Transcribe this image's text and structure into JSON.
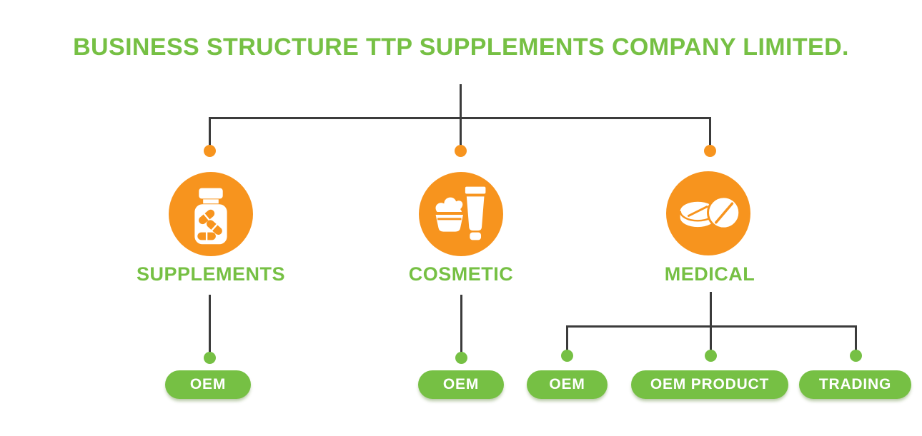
{
  "title": "BUSINESS STRUCTURE TTP SUPPLEMENTS COMPANY LIMITED.",
  "colors": {
    "brand_green": "#76C044",
    "brand_orange": "#F7941E",
    "connector_dark": "#3B3B3B",
    "background": "#FFFFFF"
  },
  "tree": {
    "branches": [
      {
        "label": "SUPPLEMENTS",
        "icon": "pill-bottle-icon",
        "children": [
          {
            "label": "OEM"
          }
        ]
      },
      {
        "label": "COSMETIC",
        "icon": "cosmetics-jar-tube-icon",
        "children": [
          {
            "label": "OEM"
          }
        ]
      },
      {
        "label": "MEDICAL",
        "icon": "tablets-icon",
        "children": [
          {
            "label": "OEM"
          },
          {
            "label": "OEM PRODUCT"
          },
          {
            "label": "TRADING"
          }
        ]
      }
    ]
  }
}
